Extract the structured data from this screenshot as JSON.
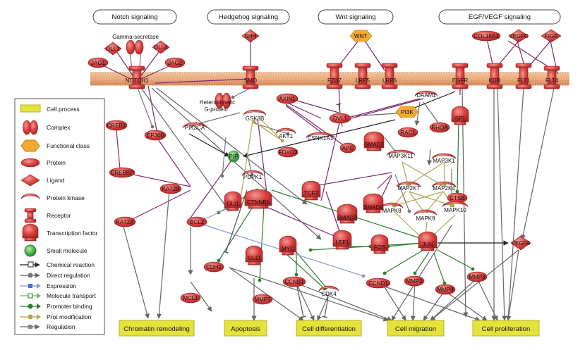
{
  "categories": {
    "notch": "Notch signaling",
    "hedgehog": "Hedgehog signaling",
    "wnt": "Wnt signaling",
    "egf": "EGF/VEGF signaling"
  },
  "nodes": {
    "gamma_secretase": "Gamma-secretase",
    "dll1": "DLL1",
    "dll4": "DLL4",
    "jag1": "JAG1",
    "jag2": "JAG2",
    "notch1": "NOTCH1",
    "shh": "SHH",
    "smo": "SMO",
    "heterotrimeric_g1": "Heterotrimeric",
    "heterotrimeric_g2": "G-protein",
    "wnt": "WNT",
    "fzd7": "FZD7",
    "lrp5": "LRP5",
    "lrp6": "LRP6",
    "col18a1": "COL18A1",
    "vegfc": "VEGFC",
    "figf": "FIGF",
    "egfr": "EGFR",
    "kdr": "KDR",
    "flt1": "FLT1",
    "flt4": "FLT4",
    "creb1": "CREB1",
    "ep300": "EP300",
    "crebbp": "CREBBP",
    "kat2b": "KAT2B",
    "kat2a": "KAT2A",
    "pik3ca": "PIK3CA",
    "pip": "PIP",
    "gsk3b": "GSK3B",
    "akt1": "AKT1",
    "axin1": "AXIN1",
    "dvl1": "DVL1",
    "apc": "APC",
    "csnk1a1": "CSNK1A1",
    "foxo3": "FOXO3",
    "pdpk1": "PDPK1",
    "daam1": "DAAM1",
    "pi3k": "PI3K",
    "rhoa": "RHOA",
    "rac1": "RAC1",
    "smad2": "SMAD2",
    "map3k11": "MAP3K11",
    "map3k1": "MAP3K1",
    "smad4": "SMAD4",
    "smad3": "SMAD3",
    "sp1": "SP1",
    "ctnnb1": "CTNNB1",
    "tcf7": "TCF7",
    "gli1": "GLI1",
    "gli2": "GLI2",
    "bcl2": "BCL2",
    "lef1": "LEF1",
    "map2k7": "MAP2K7",
    "map2k4": "MAP2K4",
    "mapk8": "MAPK8",
    "mapk9": "MAPK9",
    "mapk10": "MAPK10",
    "ctsb": "CTSB",
    "myc": "MYC",
    "fos": "FOS",
    "jun": "JUN",
    "vegfa": "VEGFA",
    "cdh1": "CDH1",
    "mcl1": "MCL1",
    "mmp7": "MMP7",
    "ccnb1": "CCNB1",
    "cdk4": "CDK4",
    "ccnd1": "CCND1",
    "mmp2": "MMP2",
    "mmp9": "MMP9",
    "mmp3": "MMP3"
  },
  "processes": {
    "chromatin": "Chromatin remodeling",
    "apoptosis": "Apoptosis",
    "differentiation": "Cell differentiation",
    "migration": "Cell migration",
    "proliferation": "Cell proliferation"
  },
  "legend": {
    "cell_process": "Cell process",
    "complex": "Complex",
    "functional_class": "Functional class",
    "protein": "Protein",
    "ligand": "Ligand",
    "protein_kinase": "Protein kinase",
    "receptor": "Receptor",
    "transcription_factor": "Transcription factor",
    "small_molecule": "Small molecule",
    "chemical_reaction": "Chemical reaction",
    "direct_regulation": "Direct regulation",
    "expression": "Expression",
    "molecule_transport": "Molecule transport",
    "promoter_binding": "Promoter binding",
    "prot_modification": "Prot modification",
    "regulation": "Regulation"
  },
  "colors": {
    "node_red": "#d9403f",
    "node_highlight": "#f29a94",
    "membrane": "#e8a87c",
    "process_fill": "#e6e23c",
    "functional_class": "#f2a930",
    "small_molecule": "#4caf50",
    "purple_edge": "#7a2a6e",
    "green_edge": "#2e7d32",
    "olive_edge": "#b0a64e",
    "gray_edge": "#666666",
    "blue_edge": "#8a9ad6",
    "black_edge": "#222222"
  }
}
